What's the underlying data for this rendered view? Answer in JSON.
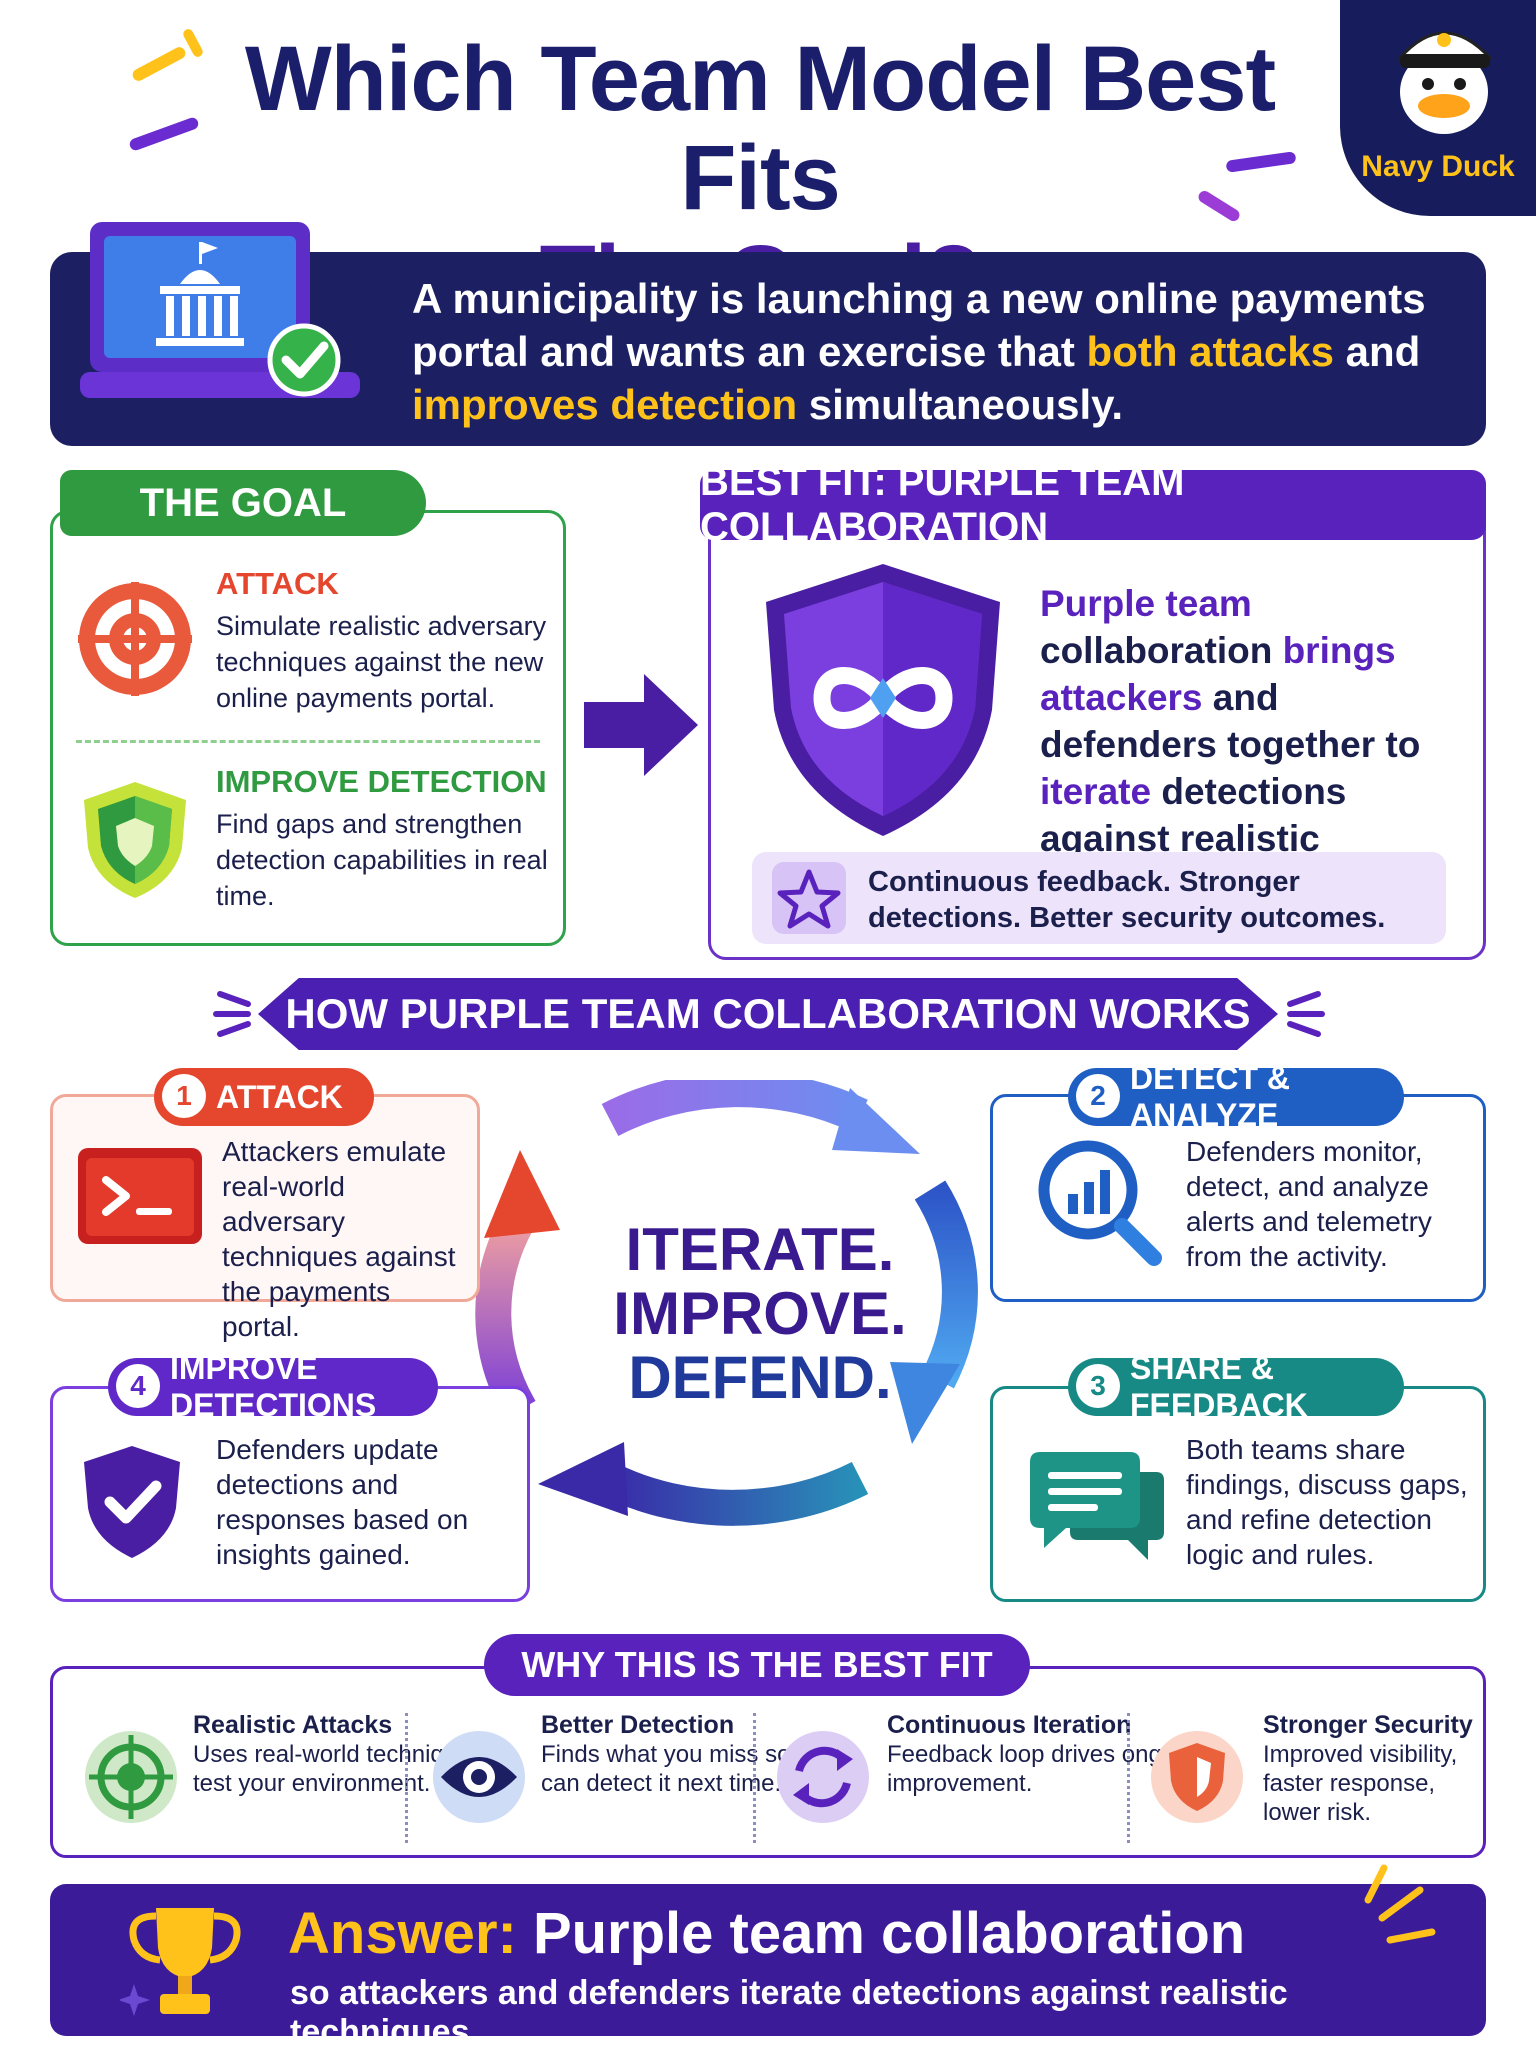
{
  "title": {
    "line1": "Which Team Model Best Fits",
    "line2": "The Goal?"
  },
  "mascot": {
    "label": "Navy Duck"
  },
  "scenario": {
    "part1": "A municipality is launching a new online payments portal and wants an exercise that ",
    "highlight1": "both attacks",
    "part2": " and ",
    "highlight2": "improves detection",
    "part3": " simultaneously."
  },
  "goal": {
    "tab": "THE GOAL",
    "attack": {
      "heading": "ATTACK",
      "text": "Simulate realistic adversary techniques against the new online payments portal."
    },
    "detect": {
      "heading": "IMPROVE DETECTION",
      "text": "Find gaps and strengthen detection capabilities in real time."
    }
  },
  "best_fit": {
    "tab": "BEST FIT: PURPLE TEAM COLLABORATION",
    "t1": "Purple team",
    "t2": " collaboration ",
    "t3": "brings attackers",
    "t4": " and defenders together to ",
    "t5": "iterate",
    "t6": " detections against realistic techniques.",
    "strip": "Continuous feedback. Stronger detections. Better security outcomes."
  },
  "how": {
    "banner": "HOW PURPLE TEAM COLLABORATION WORKS",
    "center1": "ITERATE.",
    "center2": "IMPROVE.",
    "center3": "DEFEND.",
    "steps": [
      {
        "num": "1",
        "title": "ATTACK",
        "text": "Attackers emulate real-world adversary techniques against the payments portal."
      },
      {
        "num": "2",
        "title": "DETECT & ANALYZE",
        "text": "Defenders monitor, detect, and analyze alerts and telemetry from the activity."
      },
      {
        "num": "3",
        "title": "SHARE & FEEDBACK",
        "text": "Both teams share findings, discuss gaps, and refine detection logic and rules."
      },
      {
        "num": "4",
        "title": "IMPROVE DETECTIONS",
        "text": "Defenders update detections and responses based on insights gained."
      }
    ]
  },
  "why": {
    "tab": "WHY THIS IS THE BEST FIT",
    "items": [
      {
        "heading": "Realistic Attacks",
        "text": "Uses real-world techniques to test your environment."
      },
      {
        "heading": "Better Detection",
        "text": "Finds what you miss so you can detect it next time."
      },
      {
        "heading": "Continuous Iteration",
        "text": "Feedback loop drives ongoing improvement."
      },
      {
        "heading": "Stronger Security",
        "text": "Improved visibility, faster response, lower risk."
      }
    ]
  },
  "answer": {
    "label": "Answer:",
    "main": " Purple team collaboration",
    "sub": "so attackers and defenders iterate detections against realistic techniques."
  },
  "colors": {
    "navy": "#1c2062",
    "purple": "#5a22bd",
    "green": "#2f9a3f",
    "yellow": "#ffc21a",
    "red": "#e4462e",
    "blue": "#1f5fc4",
    "teal": "#178a86"
  }
}
